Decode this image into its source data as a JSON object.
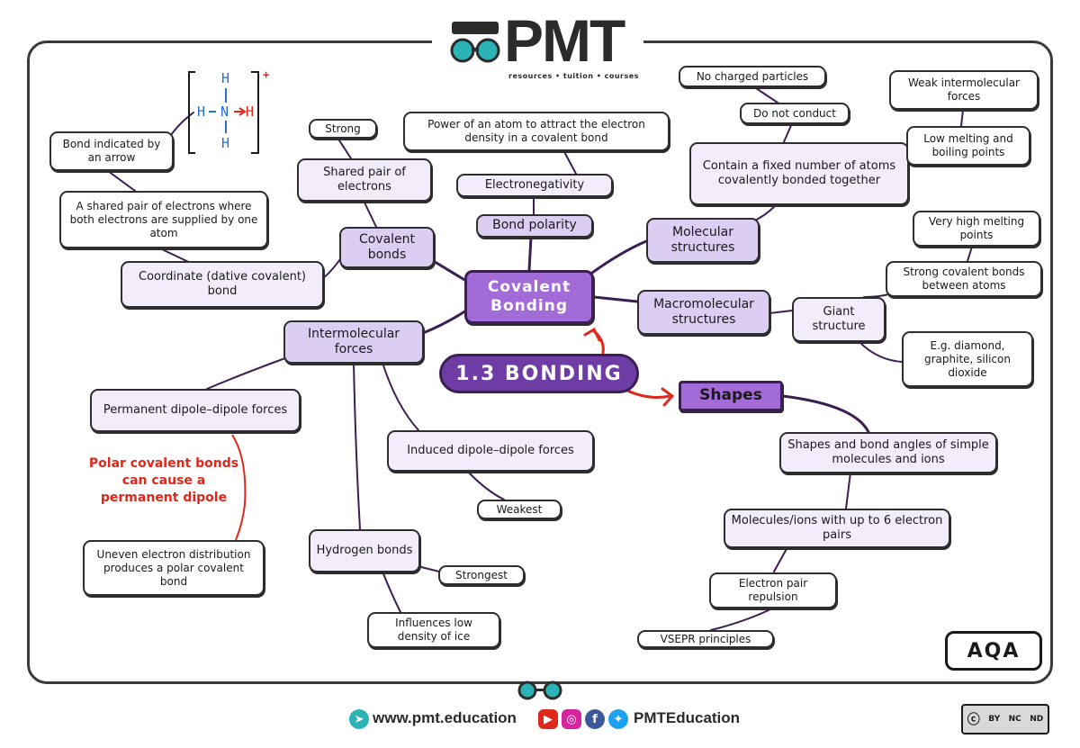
{
  "brand": {
    "logo_text": "PMT",
    "logo_subtitle": "resources • tuition • courses",
    "website": "www.pmt.education",
    "social": "PMTEducation",
    "license": [
      "BY",
      "NC",
      "ND"
    ],
    "colors": {
      "purple_dark": "#6f3ca5",
      "purple_mid": "#a36bd8",
      "purple_light": "#dccdf3",
      "red": "#e0271c",
      "teal": "#2bb3b6"
    }
  },
  "title": "1.3 BONDING",
  "exam_board": "AQA",
  "central": "Covalent Bonding",
  "shapes": "Shapes",
  "chem": {
    "h": "H",
    "n": "N",
    "charge": "+"
  },
  "nodes": {
    "bond_arrow": "Bond indicated by an arrow",
    "shared_pair_def": "A shared pair of electrons where both electrons are supplied by one atom",
    "coordinate": "Coordinate (dative covalent) bond",
    "strong": "Strong",
    "shared_pair": "Shared pair of electrons",
    "covalent_bonds": "Covalent bonds",
    "electroneg_def": "Power of an atom to attract the electron density in a covalent bond",
    "electronegativity": "Electronegativity",
    "bond_polarity": "Bond polarity",
    "no_charged": "No charged particles",
    "do_not_conduct": "Do not conduct",
    "fixed_number": "Contain a fixed number of atoms covalently bonded together",
    "weak_imf": "Weak intermolecular forces",
    "low_mp": "Low melting and boiling points",
    "molecular": "Molecular structures",
    "very_high_mp": "Very high melting points",
    "strong_covalent": "Strong covalent bonds between atoms",
    "macromolecular": "Macromolecular structures",
    "giant": "Giant structure",
    "diamond": "E.g. diamond, graphite, silicon dioxide",
    "intermolecular": "Intermolecular forces",
    "perm_dipole": "Permanent dipole–dipole forces",
    "polar_note": "Polar covalent bonds can cause a permanent dipole",
    "uneven": "Uneven electron distribution produces a polar covalent bond",
    "induced": "Induced dipole–dipole forces",
    "weakest": "Weakest",
    "hydrogen": "Hydrogen bonds",
    "strongest": "Strongest",
    "ice": "Influences low density of ice",
    "shapes_angles": "Shapes and bond angles of simple molecules and ions",
    "up_to_6": "Molecules/ions with up to 6 electron pairs",
    "repulsion": "Electron pair repulsion",
    "vsepr": "VSEPR principles"
  }
}
